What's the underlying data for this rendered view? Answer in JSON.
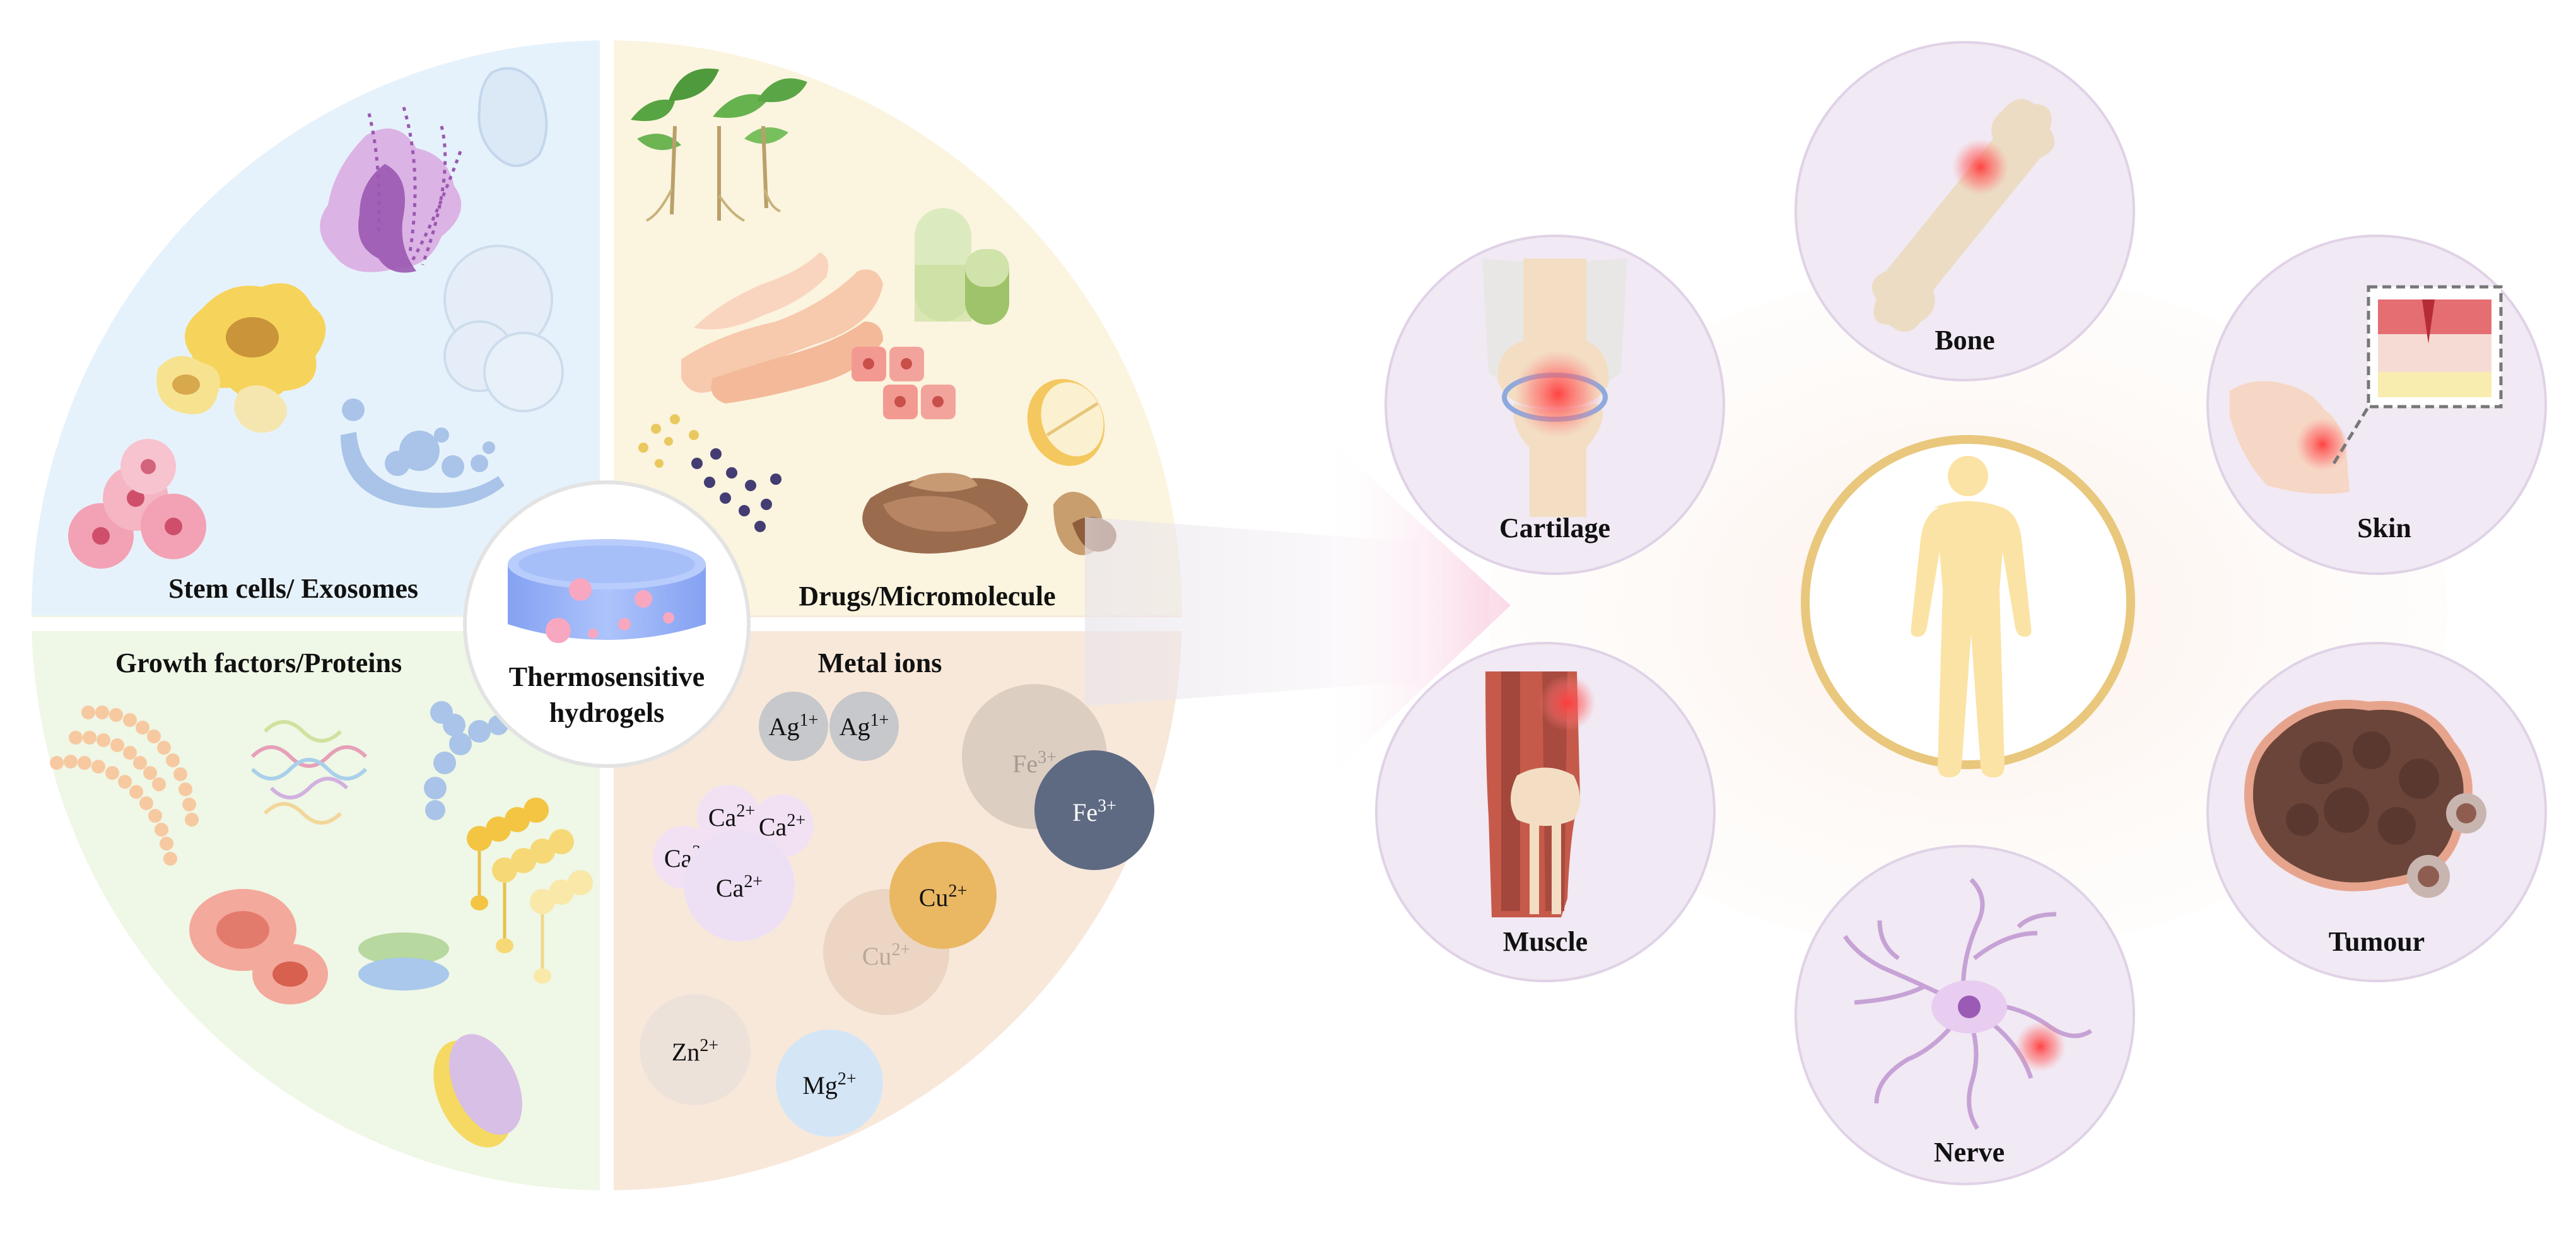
{
  "diagram": {
    "center": {
      "line1": "Thermosensitive",
      "line2": "hydrogels"
    },
    "quadrants": {
      "stem_cells": "Stem cells/ Exosomes",
      "drugs": "Drugs/Micromolecule",
      "growth_factors": "Growth factors/Proteins",
      "metal_ions": "Metal ions"
    },
    "ions": {
      "ag1": {
        "base": "Ag",
        "sup": "1+"
      },
      "ag2": {
        "base": "Ag",
        "sup": "1+"
      },
      "fe_faint": {
        "base": "Fe",
        "sup": "3+"
      },
      "fe": {
        "base": "Fe",
        "sup": "3+"
      },
      "ca1": {
        "base": "Ca",
        "sup": "2+"
      },
      "ca2": {
        "base": "Ca",
        "sup": "2+"
      },
      "ca3": {
        "base": "Ca",
        "sup": "2+"
      },
      "ca_main": {
        "base": "Ca",
        "sup": "2+"
      },
      "cu": {
        "base": "Cu",
        "sup": "2+"
      },
      "cu_faint": {
        "base": "Cu",
        "sup": "2+"
      },
      "zn": {
        "base": "Zn",
        "sup": "2+"
      },
      "mg": {
        "base": "Mg",
        "sup": "2+"
      }
    },
    "tissues": {
      "bone": "Bone",
      "cartilage": "Cartilage",
      "skin": "Skin",
      "muscle": "Muscle",
      "tumour": "Tumour",
      "nerve": "Nerve"
    },
    "colors": {
      "stem_bg": "#e6f2fb",
      "drugs_bg": "#fbf4df",
      "growth_bg": "#eff7e6",
      "metal_bg": "#f8e8da",
      "tissue_circle": "#f1e9f3",
      "body": "#fbe3a5",
      "highlight": "#ff4d4d"
    }
  }
}
